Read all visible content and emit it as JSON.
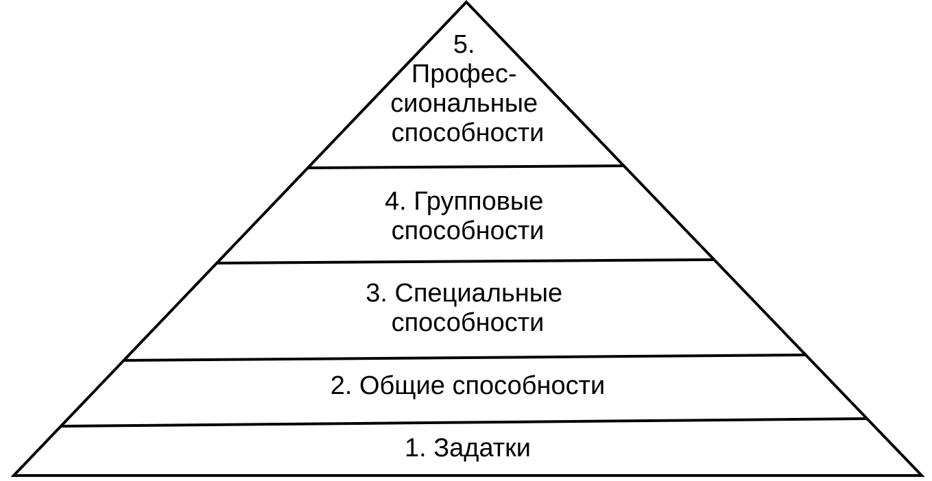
{
  "pyramid": {
    "levels": [
      {
        "lines": [
          "1. Задатки"
        ]
      },
      {
        "lines": [
          "2. Общие способности"
        ]
      },
      {
        "lines": [
          "3. Специальные",
          "способности"
        ]
      },
      {
        "lines": [
          "4. Групповые",
          "способности"
        ]
      },
      {
        "lines": [
          "5.",
          "Профес-",
          "сиональные",
          "способности"
        ]
      }
    ],
    "colors": {
      "stroke": "#000000",
      "fill": "#ffffff",
      "text": "#000000"
    }
  }
}
